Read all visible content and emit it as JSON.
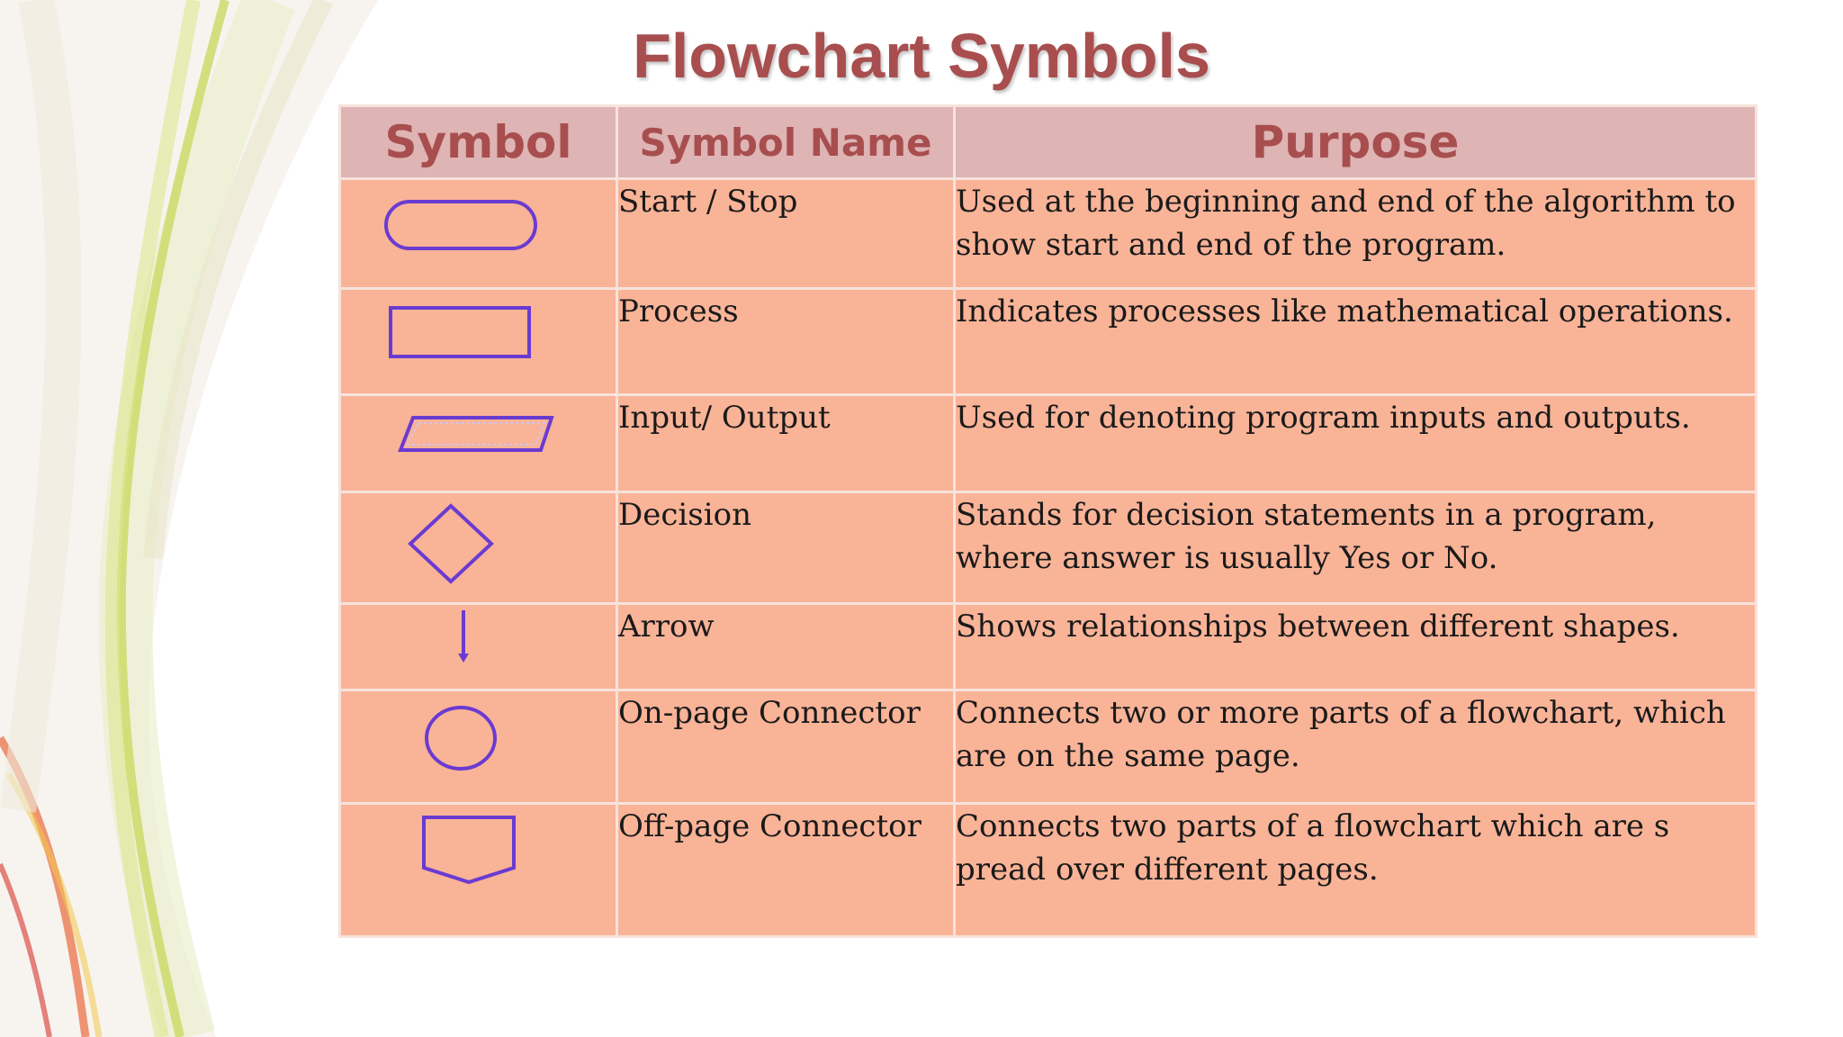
{
  "title": "Flowchart Symbols",
  "headers": {
    "symbol": "Symbol",
    "name": "Symbol Name",
    "purpose": "Purpose"
  },
  "rows": [
    {
      "icon": "terminator-icon",
      "name": "Start / Stop",
      "purpose": "Used at the beginning and end of the algorithm to show start and end of the program."
    },
    {
      "icon": "process-rectangle-icon",
      "name": "Process",
      "purpose": "Indicates processes like mathematical operations."
    },
    {
      "icon": "input-output-parallelogram-icon",
      "name": "Input/ Output",
      "purpose": "Used for denoting program inputs and outputs."
    },
    {
      "icon": "decision-diamond-icon",
      "name": "Decision",
      "purpose": "Stands for decision statements in a program, where answer is usually Yes or No."
    },
    {
      "icon": "arrow-down-icon",
      "name": "Arrow",
      "purpose": "Shows relationships between different shapes."
    },
    {
      "icon": "on-page-connector-circle-icon",
      "name": "On-page Connector",
      "purpose": "Connects two or more parts of a flowchart, which are on the same page."
    },
    {
      "icon": "off-page-connector-icon",
      "name": "Off-page Connector",
      "purpose": "Connects two parts of a flowchart which are s pread over different pages."
    }
  ],
  "colors": {
    "title": "#a84e4e",
    "header_bg": "#deb4b4",
    "row_bg": "#f9b397",
    "symbol_stroke": "#6a3bd1"
  }
}
